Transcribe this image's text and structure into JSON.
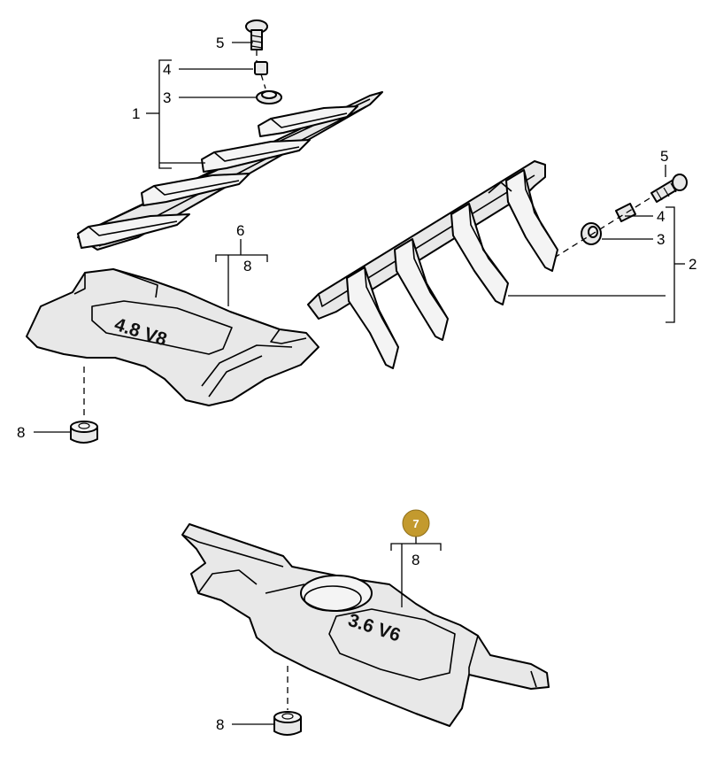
{
  "callouts": {
    "c1": "1",
    "c2": "2",
    "c3_left": "3",
    "c3_right": "3",
    "c4_left": "4",
    "c4_right": "4",
    "c5_left": "5",
    "c5_right": "5",
    "c6": "6",
    "c8_upper": "8",
    "c8_lower_left": "8",
    "c7_sub8": "8",
    "c8_bottom": "8"
  },
  "highlight": {
    "number": "7",
    "color": "#c39a2e"
  },
  "embossing": {
    "v8_cover": "4.8 V8",
    "v6_cover": "3.6 V6"
  }
}
